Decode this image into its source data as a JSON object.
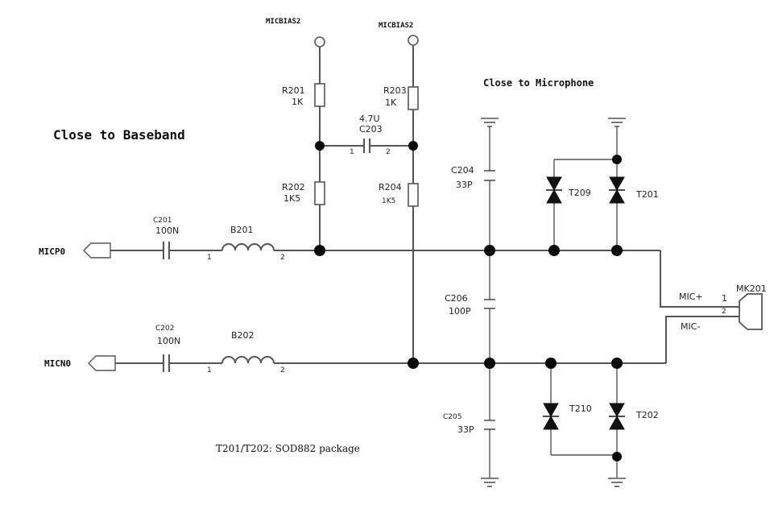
{
  "headings": {
    "baseband": "Close to Baseband",
    "microphone": "Close to Microphone"
  },
  "nets": {
    "bias_left": "MICBIAS2",
    "bias_right": "MICBIAS2",
    "micp": "MICP0",
    "micn": "MICN0",
    "mic_plus": "MIC+",
    "mic_minus": "MIC-"
  },
  "components": {
    "r201": {
      "ref": "R201",
      "value": "1K"
    },
    "r203": {
      "ref": "R203",
      "value": "1K"
    },
    "r202": {
      "ref": "R202",
      "value": "1K5"
    },
    "r204": {
      "ref": "R204",
      "value": "1K5"
    },
    "c203": {
      "ref": "C203",
      "value": "4.7U"
    },
    "c201": {
      "ref": "C201",
      "value": "100N"
    },
    "c202": {
      "ref": "C202",
      "value": "100N"
    },
    "b201": {
      "ref": "B201"
    },
    "b202": {
      "ref": "B202"
    },
    "c204": {
      "ref": "C204",
      "value": "33P"
    },
    "c206": {
      "ref": "C206",
      "value": "100P"
    },
    "c205": {
      "ref": "C205",
      "value": "33P"
    },
    "t209": {
      "ref": "T209"
    },
    "t201": {
      "ref": "T201"
    },
    "t210": {
      "ref": "T210"
    },
    "t202": {
      "ref": "T202"
    },
    "mk201": {
      "ref": "MK201"
    }
  },
  "pins": {
    "one": "1",
    "two": "2"
  },
  "note": "T201/T202: SOD882 package"
}
